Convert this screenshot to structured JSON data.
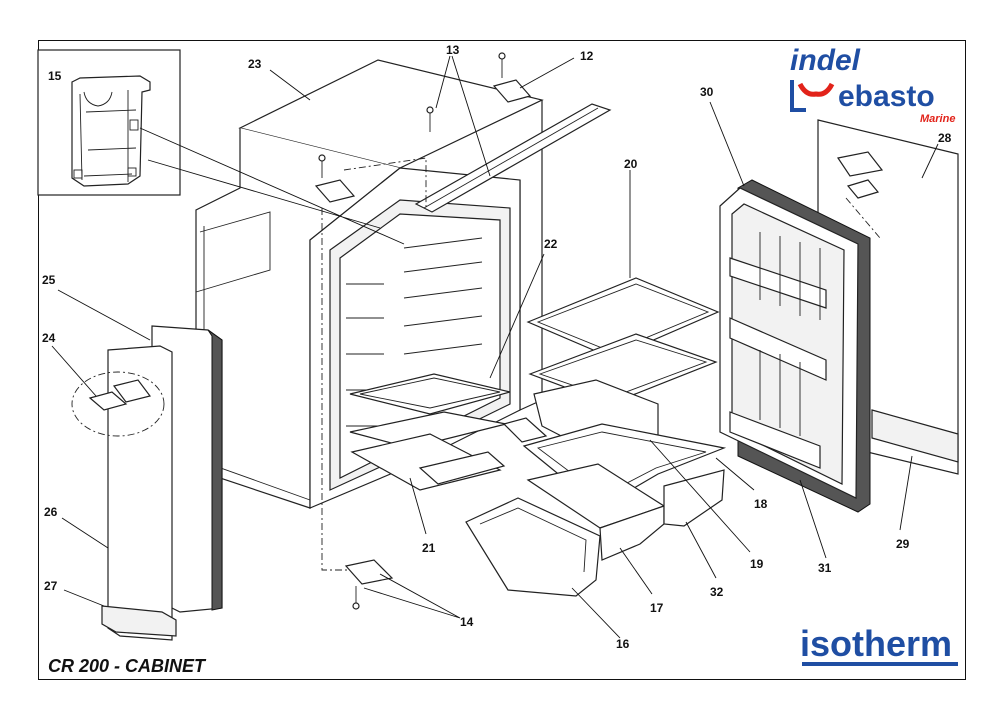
{
  "diagram": {
    "title": "CR 200 - CABINET",
    "part_numbers": [
      "12",
      "13",
      "14",
      "15",
      "16",
      "17",
      "18",
      "19",
      "20",
      "21",
      "22",
      "23",
      "24",
      "25",
      "26",
      "27",
      "28",
      "29",
      "30",
      "31",
      "32"
    ]
  },
  "logos": {
    "indel": "indel",
    "webasto": "ebasto",
    "marine": "Marine",
    "isotherm": "isotherm"
  }
}
